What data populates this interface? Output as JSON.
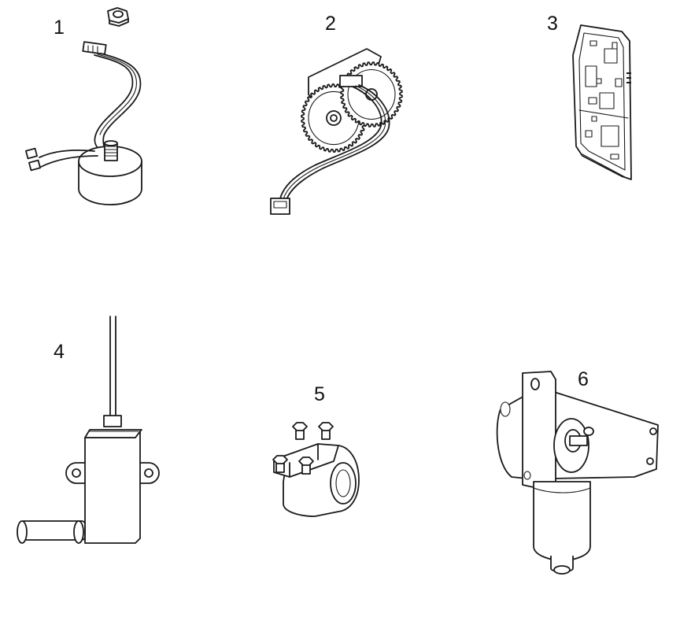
{
  "parts": [
    {
      "number": "1",
      "icon": "inductor-coil-with-nut-icon"
    },
    {
      "number": "2",
      "icon": "gear-assembly-with-cable-icon"
    },
    {
      "number": "3",
      "icon": "circuit-board-assembly-icon"
    },
    {
      "number": "4",
      "icon": "solenoid-with-wire-icon"
    },
    {
      "number": "5",
      "icon": "terminal-clamp-icon"
    },
    {
      "number": "6",
      "icon": "gear-motor-icon"
    }
  ]
}
